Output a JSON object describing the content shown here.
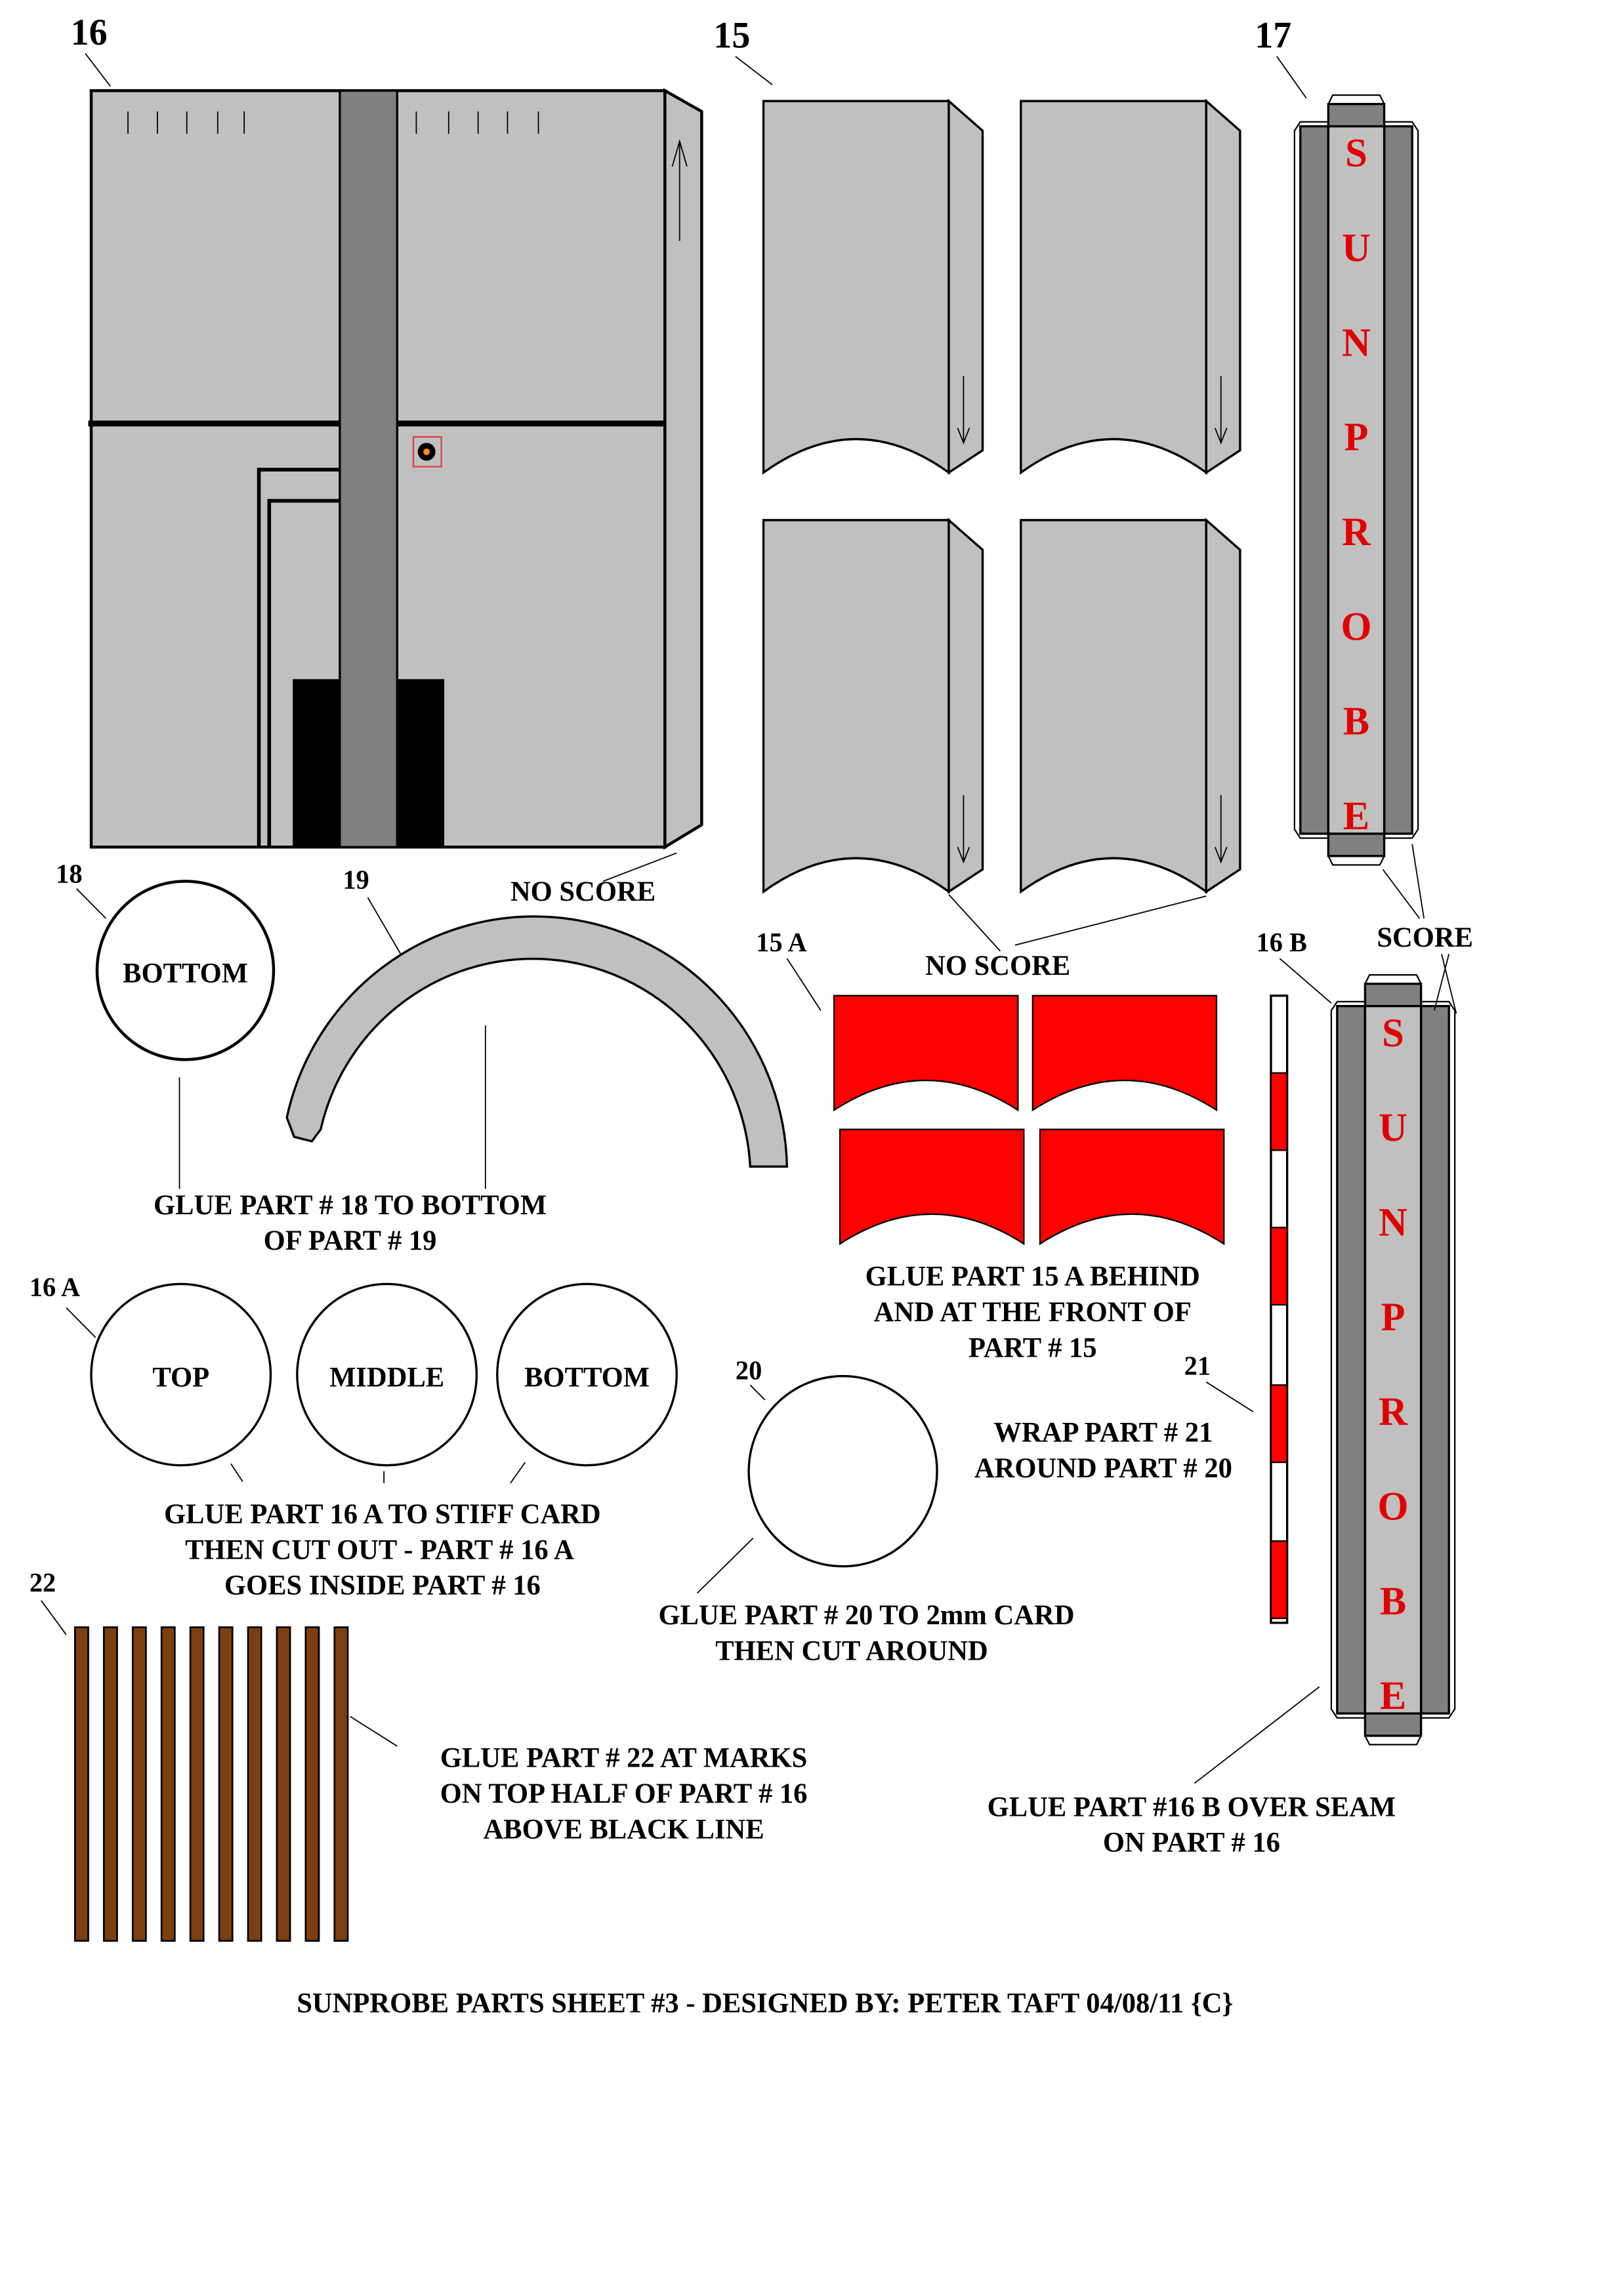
{
  "title": "SUNPROBE PARTS SHEET #3 - DESIGNED BY: PETER TAFT 04/08/11 {C}",
  "colors": {
    "card_gray": "#c0c0c0",
    "dark_gray": "#808080",
    "red": "#ff0000",
    "brown": "#7b3f12"
  },
  "parts": {
    "p16": "16",
    "p15": "15",
    "p17": "17",
    "p18": "18",
    "p19": "19",
    "p15a": "15 A",
    "p16b": "16 B",
    "p16a": "16 A",
    "p20": "20",
    "p21": "21",
    "p22": "22"
  },
  "banner_letters": [
    "S",
    "U",
    "N",
    "P",
    "R",
    "O",
    "B",
    "E"
  ],
  "labels": {
    "no_score_1": "NO SCORE",
    "no_score_2": "NO SCORE",
    "score": "SCORE",
    "bottom_18": "BOTTOM",
    "top": "TOP",
    "middle": "MIDDLE",
    "bottom_16a": "BOTTOM"
  },
  "instructions": {
    "glue18": [
      "GLUE PART # 18 TO BOTTOM",
      "OF PART # 19"
    ],
    "glue15a": [
      "GLUE PART 15 A BEHIND",
      "AND AT THE FRONT OF",
      "PART # 15"
    ],
    "wrap21": [
      "WRAP PART # 21",
      "AROUND PART # 20"
    ],
    "glue16a": [
      "GLUE PART 16 A TO STIFF CARD",
      "THEN CUT OUT -  PART # 16 A",
      "GOES INSIDE PART # 16"
    ],
    "glue20": [
      "GLUE PART # 20 TO 2mm CARD",
      "THEN CUT AROUND"
    ],
    "glue22": [
      "GLUE PART # 22 AT MARKS",
      "ON TOP HALF OF PART # 16",
      "ABOVE BLACK LINE"
    ],
    "glue16b": [
      "GLUE PART #16 B OVER SEAM",
      "ON PART # 16"
    ]
  }
}
